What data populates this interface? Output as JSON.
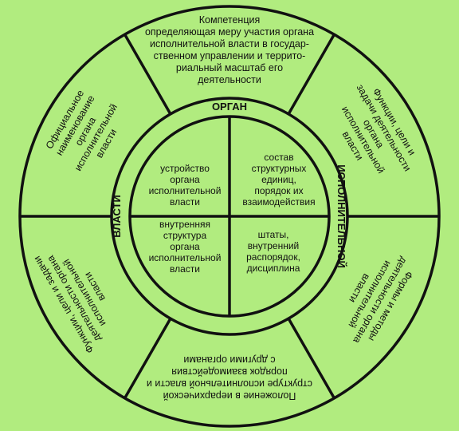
{
  "colors": {
    "background": "#b1ec7f",
    "fill": "#b1ec7f",
    "stroke": "#111111"
  },
  "outer_segments": {
    "top": [
      "Компетенция",
      "определяющая меру участия органа",
      "исполнительной власти в государ-",
      "ственном управлении и террито-",
      "риальный масштаб его",
      "деятельности"
    ],
    "top_right": [
      "Функции, цели и",
      "задачи деятельности",
      "органа",
      "исполнительной",
      "власти"
    ],
    "bottom_right": [
      "Формы и методы",
      "деятельности органа",
      "исполнительной",
      "власти"
    ],
    "bottom": [
      "Положение в иерархической",
      "структуре исполнительной власти и",
      "порядок взаимодействия",
      "с другими органами"
    ],
    "bottom_left": [
      "Функции, цели и задачи",
      "деятельности органа",
      "исполнительной",
      "власти"
    ],
    "top_left": [
      "Официальное",
      "наименование",
      "органа",
      "исполнительной",
      "власти"
    ]
  },
  "ring_labels": {
    "top": "ОРГАН",
    "right": "ИСПОЛНИТЕЛЬНОЙ",
    "left": "ВЛАСТИ"
  },
  "center_quadrants": {
    "top_left": [
      "устройство",
      "органа",
      "исполнительной",
      "власти"
    ],
    "top_right": [
      "состав",
      "структурных",
      "единиц,",
      "порядок их",
      "взаимодействия"
    ],
    "bottom_left": [
      "внутренняя",
      "структура",
      "органа",
      "исполнительной",
      "власти"
    ],
    "bottom_right": [
      "штаты,",
      "внутренний",
      "распорядок,",
      "дисциплина"
    ]
  }
}
